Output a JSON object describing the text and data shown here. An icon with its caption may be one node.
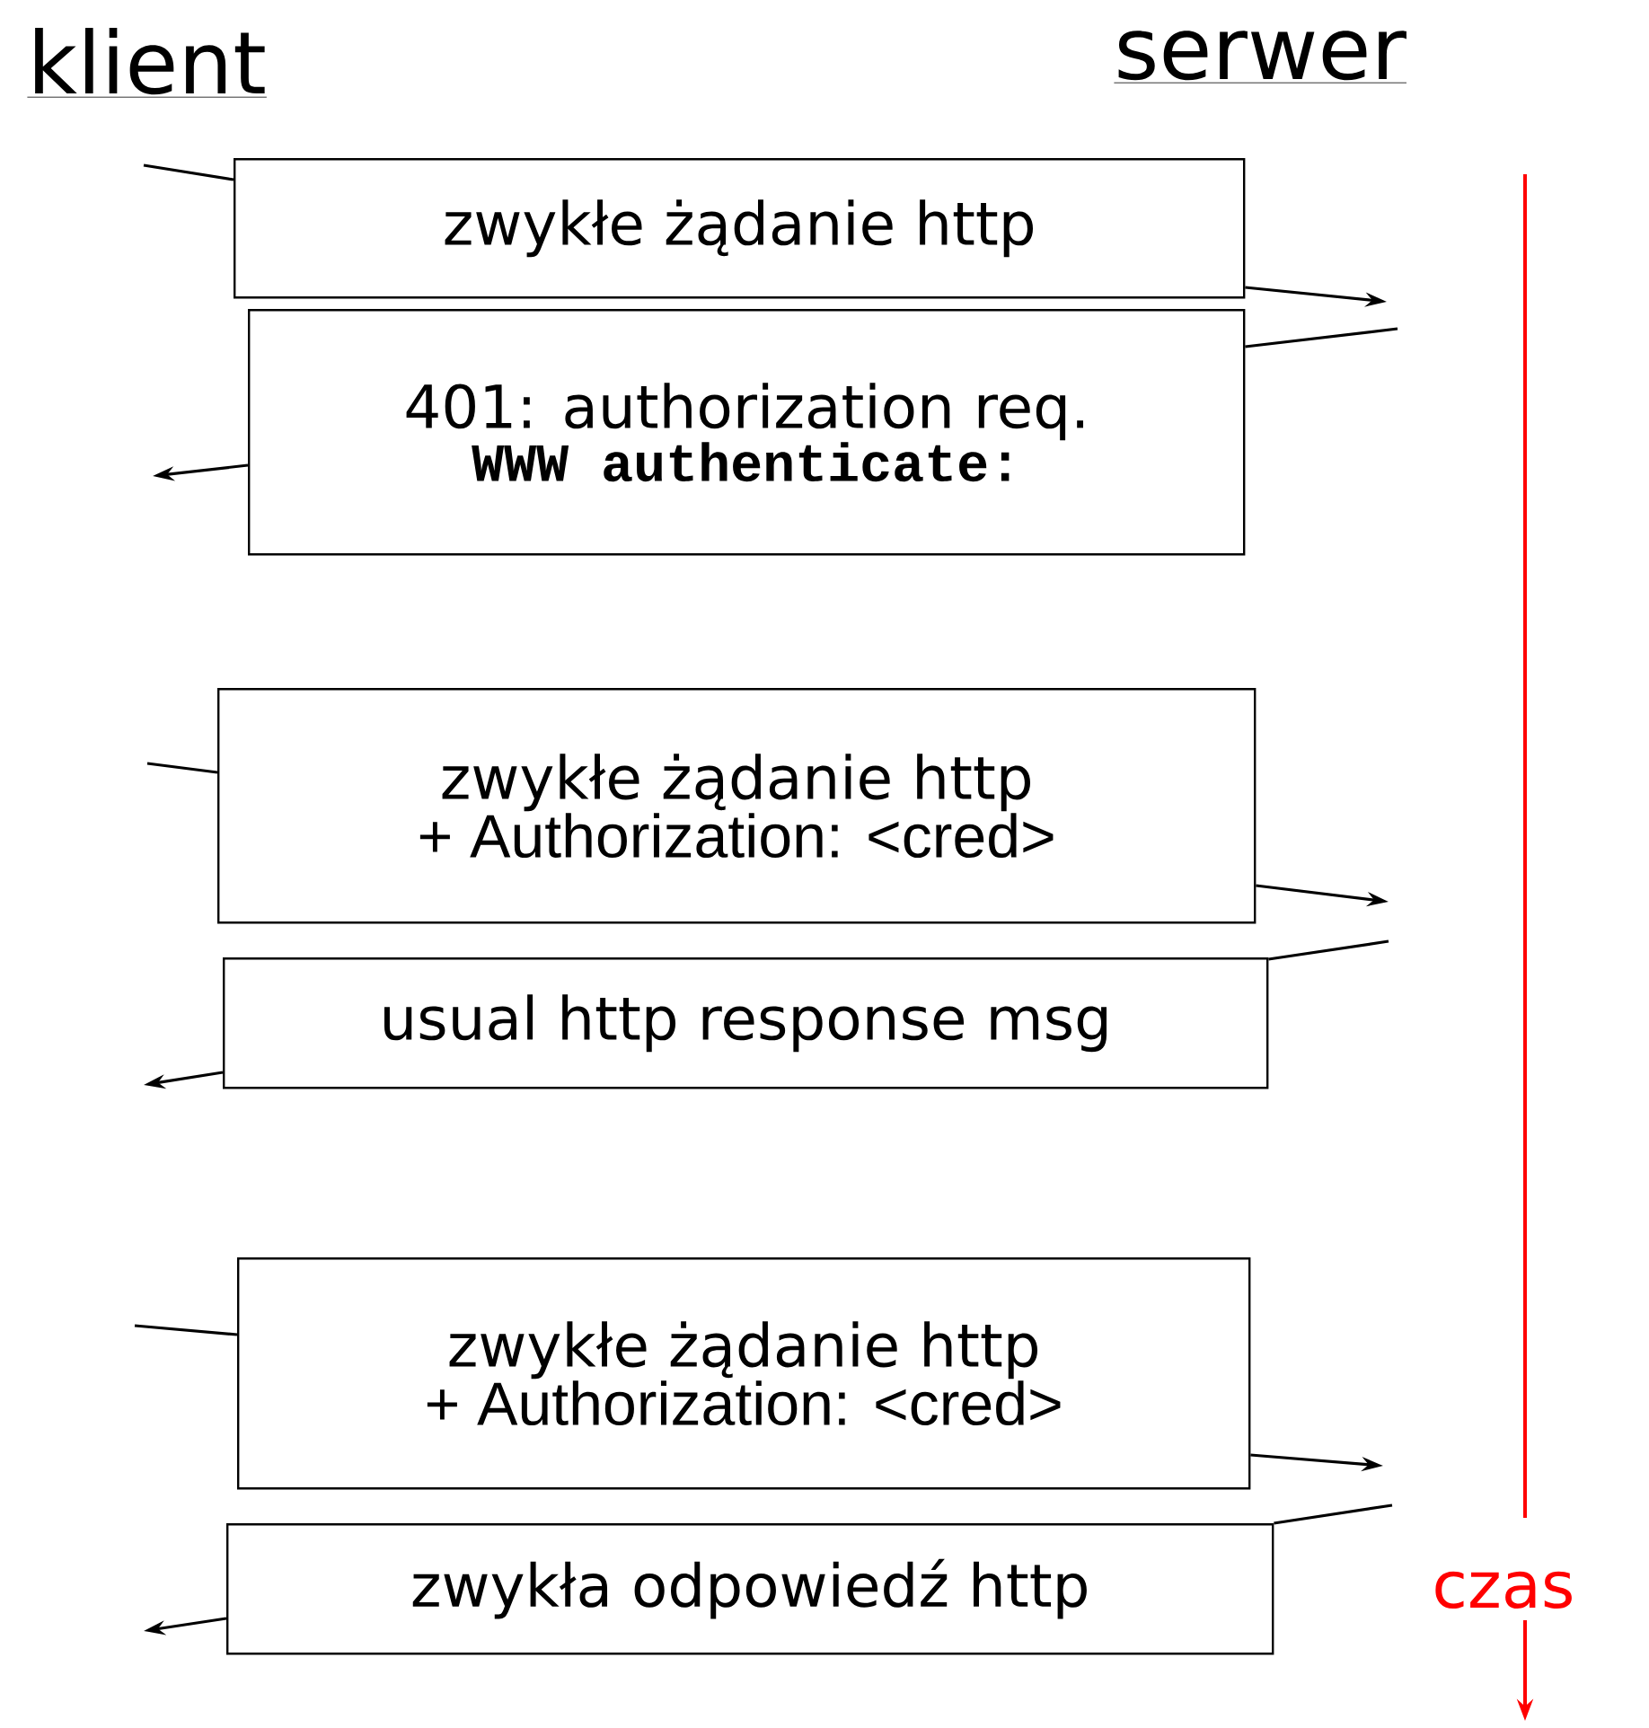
{
  "diagram": {
    "nodes": [
      {
        "text": [
          "zwykłe żądanie http"
        ]
      },
      {
        "text": [
          "401: authorization req.",
          "WWW authenticate:"
        ]
      },
      {
        "text": [
          "zwykłe żądanie http",
          "+ Authorization: <cred>"
        ]
      },
      {
        "text": [
          "usual http response msg"
        ]
      },
      {
        "text": [
          "zwykłe żądanie http",
          "+ Authorization: <cred>"
        ]
      },
      {
        "text": [
          "zwykła odpowiedź http"
        ]
      }
    ],
    "edges": [
      {
        "from": null,
        "to": 0,
        "arrow": "none"
      },
      {
        "from": 0,
        "to": null,
        "arrow": "to"
      },
      {
        "from": null,
        "to": 1,
        "arrow": "none"
      },
      {
        "from": 1,
        "to": null,
        "arrow": "to"
      },
      {
        "from": null,
        "to": 2,
        "arrow": "none"
      },
      {
        "from": 2,
        "to": null,
        "arrow": "to"
      },
      {
        "from": null,
        "to": 3,
        "arrow": "none"
      },
      {
        "from": 3,
        "to": null,
        "arrow": "to"
      },
      {
        "from": null,
        "to": 4,
        "arrow": "none"
      },
      {
        "from": 4,
        "to": null,
        "arrow": "to"
      },
      {
        "from": null,
        "to": 5,
        "arrow": "none"
      },
      {
        "from": 5,
        "to": null,
        "arrow": "to"
      }
    ],
    "labels": [
      "klient",
      "serwer",
      "czas"
    ]
  }
}
